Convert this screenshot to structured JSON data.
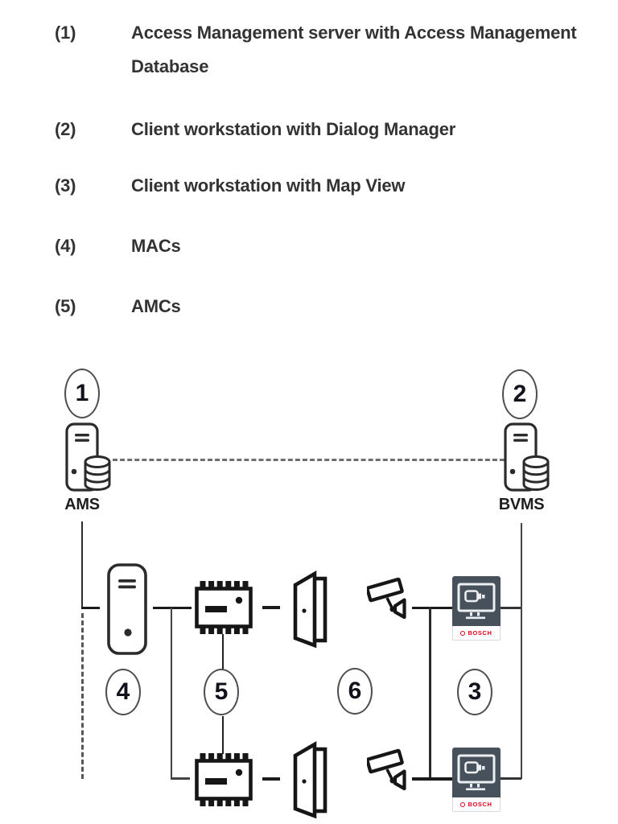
{
  "legend": {
    "items": [
      {
        "num": "(1)",
        "label": "Access Management server with Access Management Database"
      },
      {
        "num": "(2)",
        "label": "Client workstation with Dialog Manager"
      },
      {
        "num": "(3)",
        "label": "Client workstation with Map View"
      },
      {
        "num": "(4)",
        "label": "MACs"
      },
      {
        "num": "(5)",
        "label": "AMCs"
      }
    ]
  },
  "diagram": {
    "callouts": {
      "ams": "1",
      "bvms": "2",
      "map_client": "3",
      "mac": "4",
      "amc": "5",
      "camera": "6"
    },
    "labels": {
      "ams": "AMS",
      "bvms": "BVMS"
    },
    "bosch_label": "BOSCH"
  },
  "colors": {
    "tile_background": "#47515c",
    "bosch_red": "#e0001a",
    "line_dark": "#1b1b1b",
    "line_gray": "#454545",
    "dashed_gray": "#6e6e6e",
    "text": "#333333"
  }
}
